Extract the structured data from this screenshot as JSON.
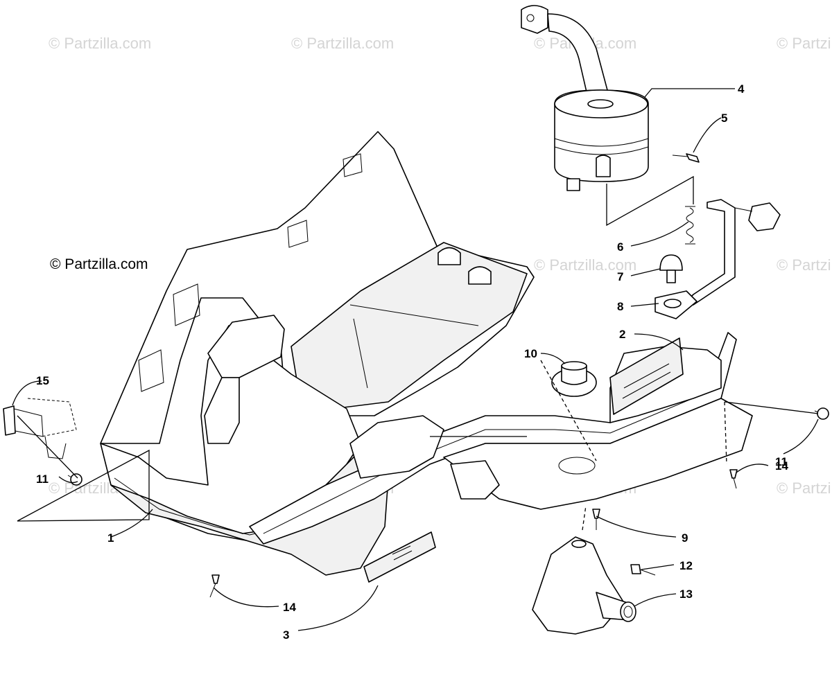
{
  "copyright": "© Partzilla.com",
  "watermark": "© Partzilla.com",
  "callouts": {
    "c1": "1",
    "c2": "2",
    "c3": "3",
    "c4": "4",
    "c5": "5",
    "c6": "6",
    "c7": "7",
    "c8": "8",
    "c9": "9",
    "c10": "10",
    "c11a": "11",
    "c11b": "11",
    "c12": "12",
    "c13": "13",
    "c14a": "14",
    "c14b": "14",
    "c15": "15"
  }
}
